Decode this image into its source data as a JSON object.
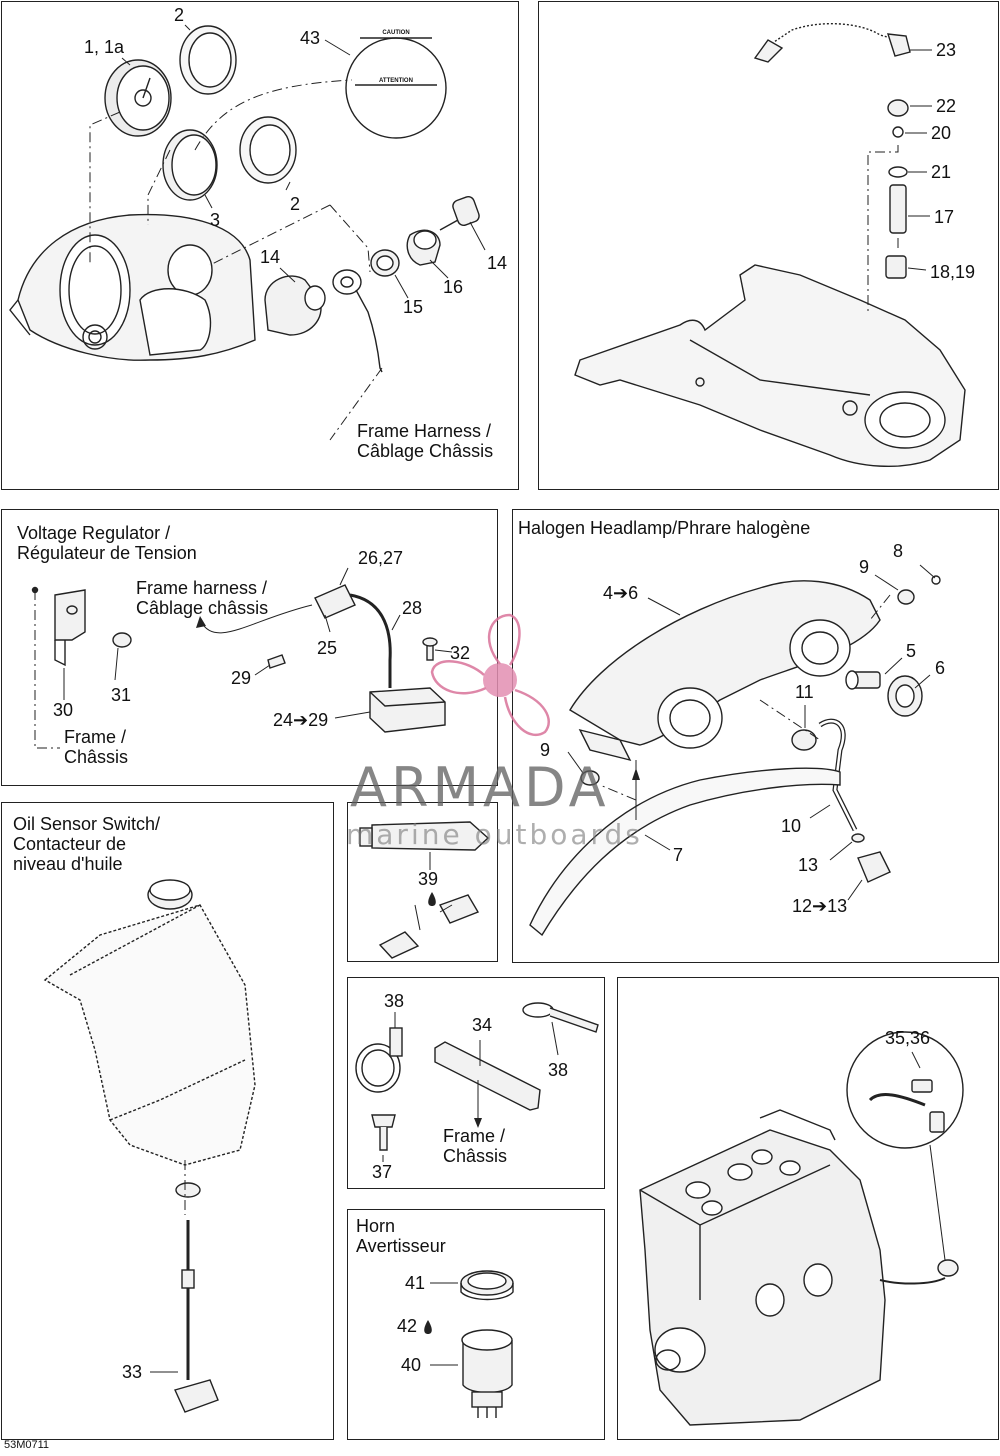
{
  "diagram_code": "53M0711",
  "watermark": {
    "brand": "ARMADA",
    "tagline": "marine outboards",
    "brand_color": "#d9739a"
  },
  "panels": {
    "gauges": {
      "labels": [
        "1, 1a",
        "2",
        "43",
        "2",
        "3",
        "14",
        "15",
        "16",
        "14"
      ],
      "frame_harness": "Frame Harness /\nCâblage Châssis",
      "decal": {
        "caution": "CAUTION",
        "attention": "ATTENTION"
      }
    },
    "handlebar": {
      "labels": [
        "23",
        "22",
        "20",
        "21",
        "17",
        "18,19"
      ]
    },
    "voltage_regulator": {
      "title": "Voltage Regulator /\nRégulateur de Tension",
      "frame_harness": "Frame harness /\nCâblage châssis",
      "frame": "Frame /\nChâssis",
      "labels": [
        "26,27",
        "28",
        "25",
        "32",
        "29",
        "24➔29",
        "30",
        "31"
      ]
    },
    "headlamp": {
      "title": "Halogen Headlamp/Phrare halogène",
      "labels": [
        "8",
        "9",
        "4➔6",
        "5",
        "6",
        "11",
        "9",
        "10",
        "7",
        "13",
        "12➔13"
      ]
    },
    "oil_sensor": {
      "title": "Oil Sensor Switch/\nContacteur de\nniveau d'huile",
      "labels": [
        "33"
      ]
    },
    "grease": {
      "labels": [
        "39"
      ]
    },
    "fasteners": {
      "labels": [
        "38",
        "34",
        "38",
        "37"
      ],
      "frame": "Frame /\nChâssis"
    },
    "horn": {
      "title": "Horn\nAvertisseur",
      "labels": [
        "41",
        "42",
        "40"
      ]
    },
    "engine": {
      "labels": [
        "35,36"
      ]
    }
  }
}
